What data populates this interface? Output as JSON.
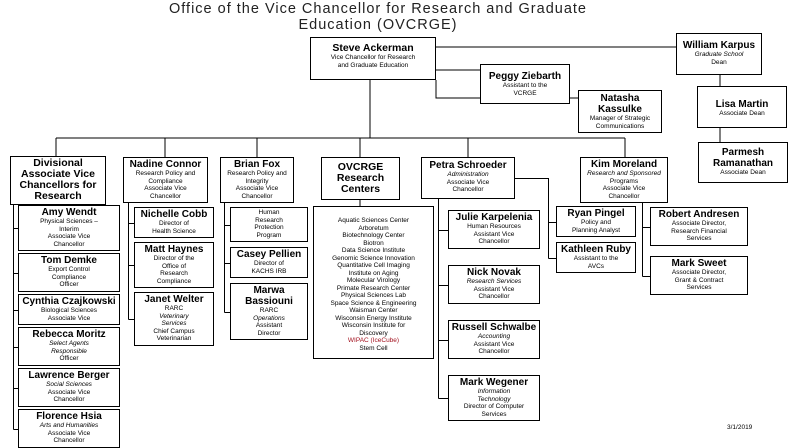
{
  "title": "Office of the Vice Chancellor for Research and Graduate Education (OVCRGE)",
  "date": "3/1/2019",
  "accent_color": "#a3121f",
  "boxes": [
    {
      "id": "ackerman",
      "name": "Steve Ackerman",
      "lines": [
        "Vice Chancellor for Research",
        "and Graduate Education"
      ]
    },
    {
      "id": "karpus",
      "name": "William Karpus",
      "lines": [
        "Graduate School",
        "Dean"
      ],
      "italic": [
        0
      ]
    },
    {
      "id": "ziebarth",
      "name": "Peggy Ziebarth",
      "lines": [
        "Assistant to the",
        "VCRGE"
      ]
    },
    {
      "id": "kassulke",
      "name": "Natasha Kassulke",
      "lines": [
        "Manager of Strategic",
        "Communications"
      ]
    },
    {
      "id": "martin",
      "name": "Lisa Martin",
      "lines": [
        "Associate Dean"
      ]
    },
    {
      "id": "ramanathan",
      "name": "Parmesh Ramanathan",
      "lines": [
        "Associate Dean"
      ]
    },
    {
      "id": "divisional",
      "name": "Divisional Associate Vice Chancellors for Research",
      "lines": []
    },
    {
      "id": "connor",
      "name": "Nadine Connor",
      "lines": [
        "Research Policy and",
        "Compliance",
        "Associate Vice",
        "Chancellor"
      ]
    },
    {
      "id": "fox",
      "name": "Brian Fox",
      "lines": [
        "Research Policy and",
        "Integrity",
        "Associate Vice",
        "Chancellor"
      ]
    },
    {
      "id": "centers_head",
      "name": "OVCRGE Research Centers",
      "lines": []
    },
    {
      "id": "schroeder",
      "name": "Petra Schroeder",
      "lines": [
        "Administration",
        "Associate Vice",
        "Chancellor"
      ],
      "italic": [
        0
      ]
    },
    {
      "id": "moreland",
      "name": "Kim Moreland",
      "lines": [
        "Research and Sponsored",
        "Programs",
        "Associate Vice",
        "Chancellor"
      ],
      "italic": [
        0
      ]
    },
    {
      "id": "wendt",
      "name": "Amy Wendt",
      "lines": [
        "Physical Sciences –",
        "Interim",
        "Associate Vice",
        "Chancellor"
      ]
    },
    {
      "id": "demke",
      "name": "Tom Demke",
      "lines": [
        "Export Control",
        "Compliance",
        "Officer"
      ]
    },
    {
      "id": "czajkowski",
      "name": "Cynthia Czajkowski",
      "lines": [
        "Biological Sciences",
        "Associate Vice"
      ]
    },
    {
      "id": "moritz",
      "name": "Rebecca Moritz",
      "lines": [
        "Select Agents",
        "Responsible",
        "Officer"
      ],
      "italic": [
        0,
        1
      ]
    },
    {
      "id": "berger",
      "name": "Lawrence Berger",
      "lines": [
        "Social Sciences",
        "Associate Vice",
        "Chancellor"
      ],
      "italic": [
        0
      ]
    },
    {
      "id": "hsia",
      "name": "Florence Hsia",
      "lines": [
        "Arts and Humanities",
        "Associate Vice",
        "Chancellor"
      ],
      "italic": [
        0
      ]
    },
    {
      "id": "cobb",
      "name": "Nichelle Cobb",
      "lines": [
        "Director of",
        "Health Science"
      ]
    },
    {
      "id": "haynes",
      "name": "Matt Haynes",
      "lines": [
        "Director of the",
        "Office of",
        "Research",
        "Compliance"
      ]
    },
    {
      "id": "welter",
      "name": "Janet Welter",
      "lines": [
        "RARC",
        "Veterinary",
        "Services",
        "Chief Campus",
        "Veterinarian"
      ],
      "italic": [
        1,
        2
      ]
    },
    {
      "id": "hrpp",
      "name": "",
      "lines": [
        "Human",
        "Research",
        "Protection",
        "Program"
      ]
    },
    {
      "id": "pellien",
      "name": "Casey Pellien",
      "lines": [
        "Director of",
        "KACHS IRB"
      ]
    },
    {
      "id": "bassiouni",
      "name": "Marwa Bassiouni",
      "lines": [
        "RARC",
        "Operations",
        "Assistant",
        "Director"
      ],
      "italic": [
        1
      ]
    },
    {
      "id": "karpelenia",
      "name": "Julie Karpelenia",
      "lines": [
        "Human Resources",
        "Assistant Vice",
        "Chancellor"
      ]
    },
    {
      "id": "novak",
      "name": "Nick Novak",
      "lines": [
        "Research Services",
        "Assistant Vice",
        "Chancellor"
      ],
      "italic": [
        0
      ]
    },
    {
      "id": "schwalbe",
      "name": "Russell Schwalbe",
      "lines": [
        "Accounting",
        "Assistant Vice",
        "Chancellor"
      ],
      "italic": [
        0
      ]
    },
    {
      "id": "wegener",
      "name": "Mark Wegener",
      "lines": [
        "Information",
        "Technology",
        "Director of Computer",
        "Services"
      ],
      "italic": [
        0,
        1
      ]
    },
    {
      "id": "pingel",
      "name": "Ryan Pingel",
      "lines": [
        "Policy and",
        "Planning Analyst"
      ]
    },
    {
      "id": "ruby",
      "name": "Kathleen Ruby",
      "lines": [
        "Assistant to the",
        "AVCs"
      ]
    },
    {
      "id": "andresen",
      "name": "Robert Andresen",
      "lines": [
        "Associate Director,",
        "Research Financial",
        "Services"
      ]
    },
    {
      "id": "sweet",
      "name": "Mark Sweet",
      "lines": [
        "Associate Director,",
        "Grant & Contract",
        "Services"
      ]
    }
  ],
  "research_centers": [
    "Aquatic Sciences Center",
    "Arboretum",
    "Biotechnology Center",
    "Biotron",
    "Data Science Institute",
    "Genomic Science Innovation",
    "Quantitative Cell Imaging",
    "Institute on Aging",
    "Molecular Virology",
    "Primate Research Center",
    "Physical Sciences Lab",
    "Space Science & Engineering",
    "Waisman Center",
    "Wisconsin Energy Institute",
    "Wisconsin Institute for",
    "Discovery",
    "WIPAC (IceCube)",
    "Stem Cell"
  ],
  "highlighted_center": "WIPAC (IceCube)"
}
